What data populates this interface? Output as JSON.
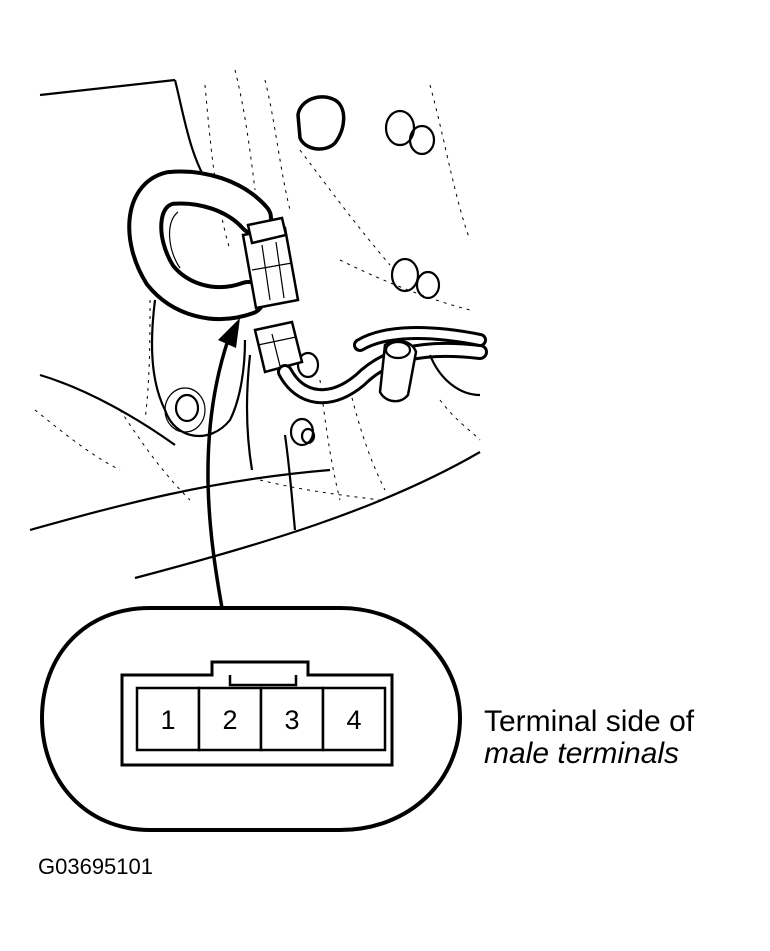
{
  "connector": {
    "pins": [
      "1",
      "2",
      "3",
      "4"
    ]
  },
  "caption": {
    "line1": "Terminal side of",
    "line2": "male terminals"
  },
  "figure_id": "G03695101"
}
